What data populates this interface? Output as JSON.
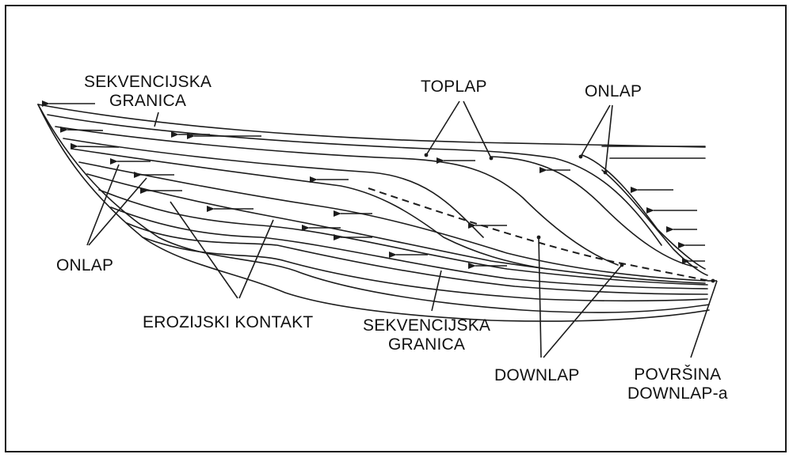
{
  "labels": {
    "sekvencijska_granica_top_1": "SEKVENCIJSKA",
    "sekvencijska_granica_top_2": "GRANICA",
    "toplap": "TOPLAP",
    "onlap_right": "ONLAP",
    "onlap_left": "ONLAP",
    "erozijski_kontakt": "EROZIJSKI KONTAKT",
    "sekvencijska_granica_bottom_1": "SEKVENCIJSKA",
    "sekvencijska_granica_bottom_2": "GRANICA",
    "downlap": "DOWNLAP",
    "povrsina_downlapa_1": "POVRŠINA",
    "povrsina_downlapa_2": "DOWNLAP-a"
  },
  "colors": {
    "line": "#1c1c1c",
    "background": "#ffffff"
  }
}
